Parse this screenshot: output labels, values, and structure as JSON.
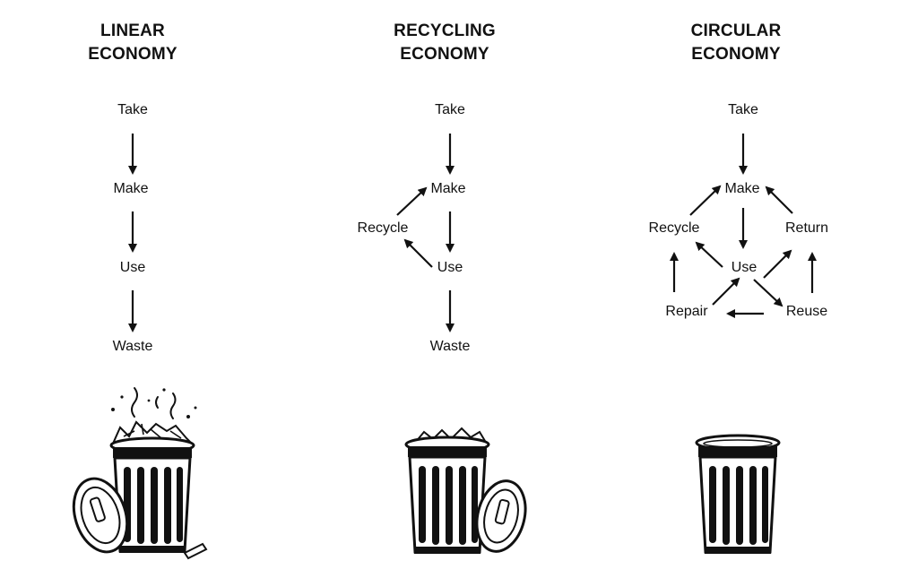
{
  "columns": [
    {
      "id": "linear",
      "title": [
        "LINEAR",
        "ECONOMY"
      ],
      "nodes": {
        "take": "Take",
        "make": "Make",
        "use": "Use",
        "waste": "Waste"
      },
      "bin": {
        "contents": "overflowing",
        "lid": "off-left"
      }
    },
    {
      "id": "recycling",
      "title": [
        "RECYCLING",
        "ECONOMY"
      ],
      "nodes": {
        "take": "Take",
        "make": "Make",
        "recycle": "Recycle",
        "use": "Use",
        "waste": "Waste"
      },
      "bin": {
        "contents": "partial",
        "lid": "off-right"
      }
    },
    {
      "id": "circular",
      "title": [
        "CIRCULAR",
        "ECONOMY"
      ],
      "nodes": {
        "take": "Take",
        "make": "Make",
        "recycle": "Recycle",
        "return": "Return",
        "use": "Use",
        "repair": "Repair",
        "reuse": "Reuse"
      },
      "bin": {
        "contents": "empty",
        "lid": "none"
      }
    }
  ],
  "edges": {
    "linear": [
      [
        "take",
        "make"
      ],
      [
        "make",
        "use"
      ],
      [
        "use",
        "waste"
      ]
    ],
    "recycling": [
      [
        "take",
        "make"
      ],
      [
        "make",
        "use"
      ],
      [
        "use",
        "waste"
      ],
      [
        "use",
        "recycle"
      ],
      [
        "recycle",
        "make"
      ]
    ],
    "circular": [
      [
        "take",
        "make"
      ],
      [
        "make",
        "use"
      ],
      [
        "use",
        "recycle"
      ],
      [
        "recycle",
        "make"
      ],
      [
        "return",
        "make"
      ],
      [
        "use",
        "reuse"
      ],
      [
        "reuse",
        "return"
      ],
      [
        "reuse",
        "repair"
      ],
      [
        "repair",
        "recycle"
      ],
      [
        "repair",
        "use"
      ],
      [
        "use",
        "return"
      ]
    ]
  },
  "colors": {
    "ink": "#111111",
    "background": "#ffffff"
  }
}
